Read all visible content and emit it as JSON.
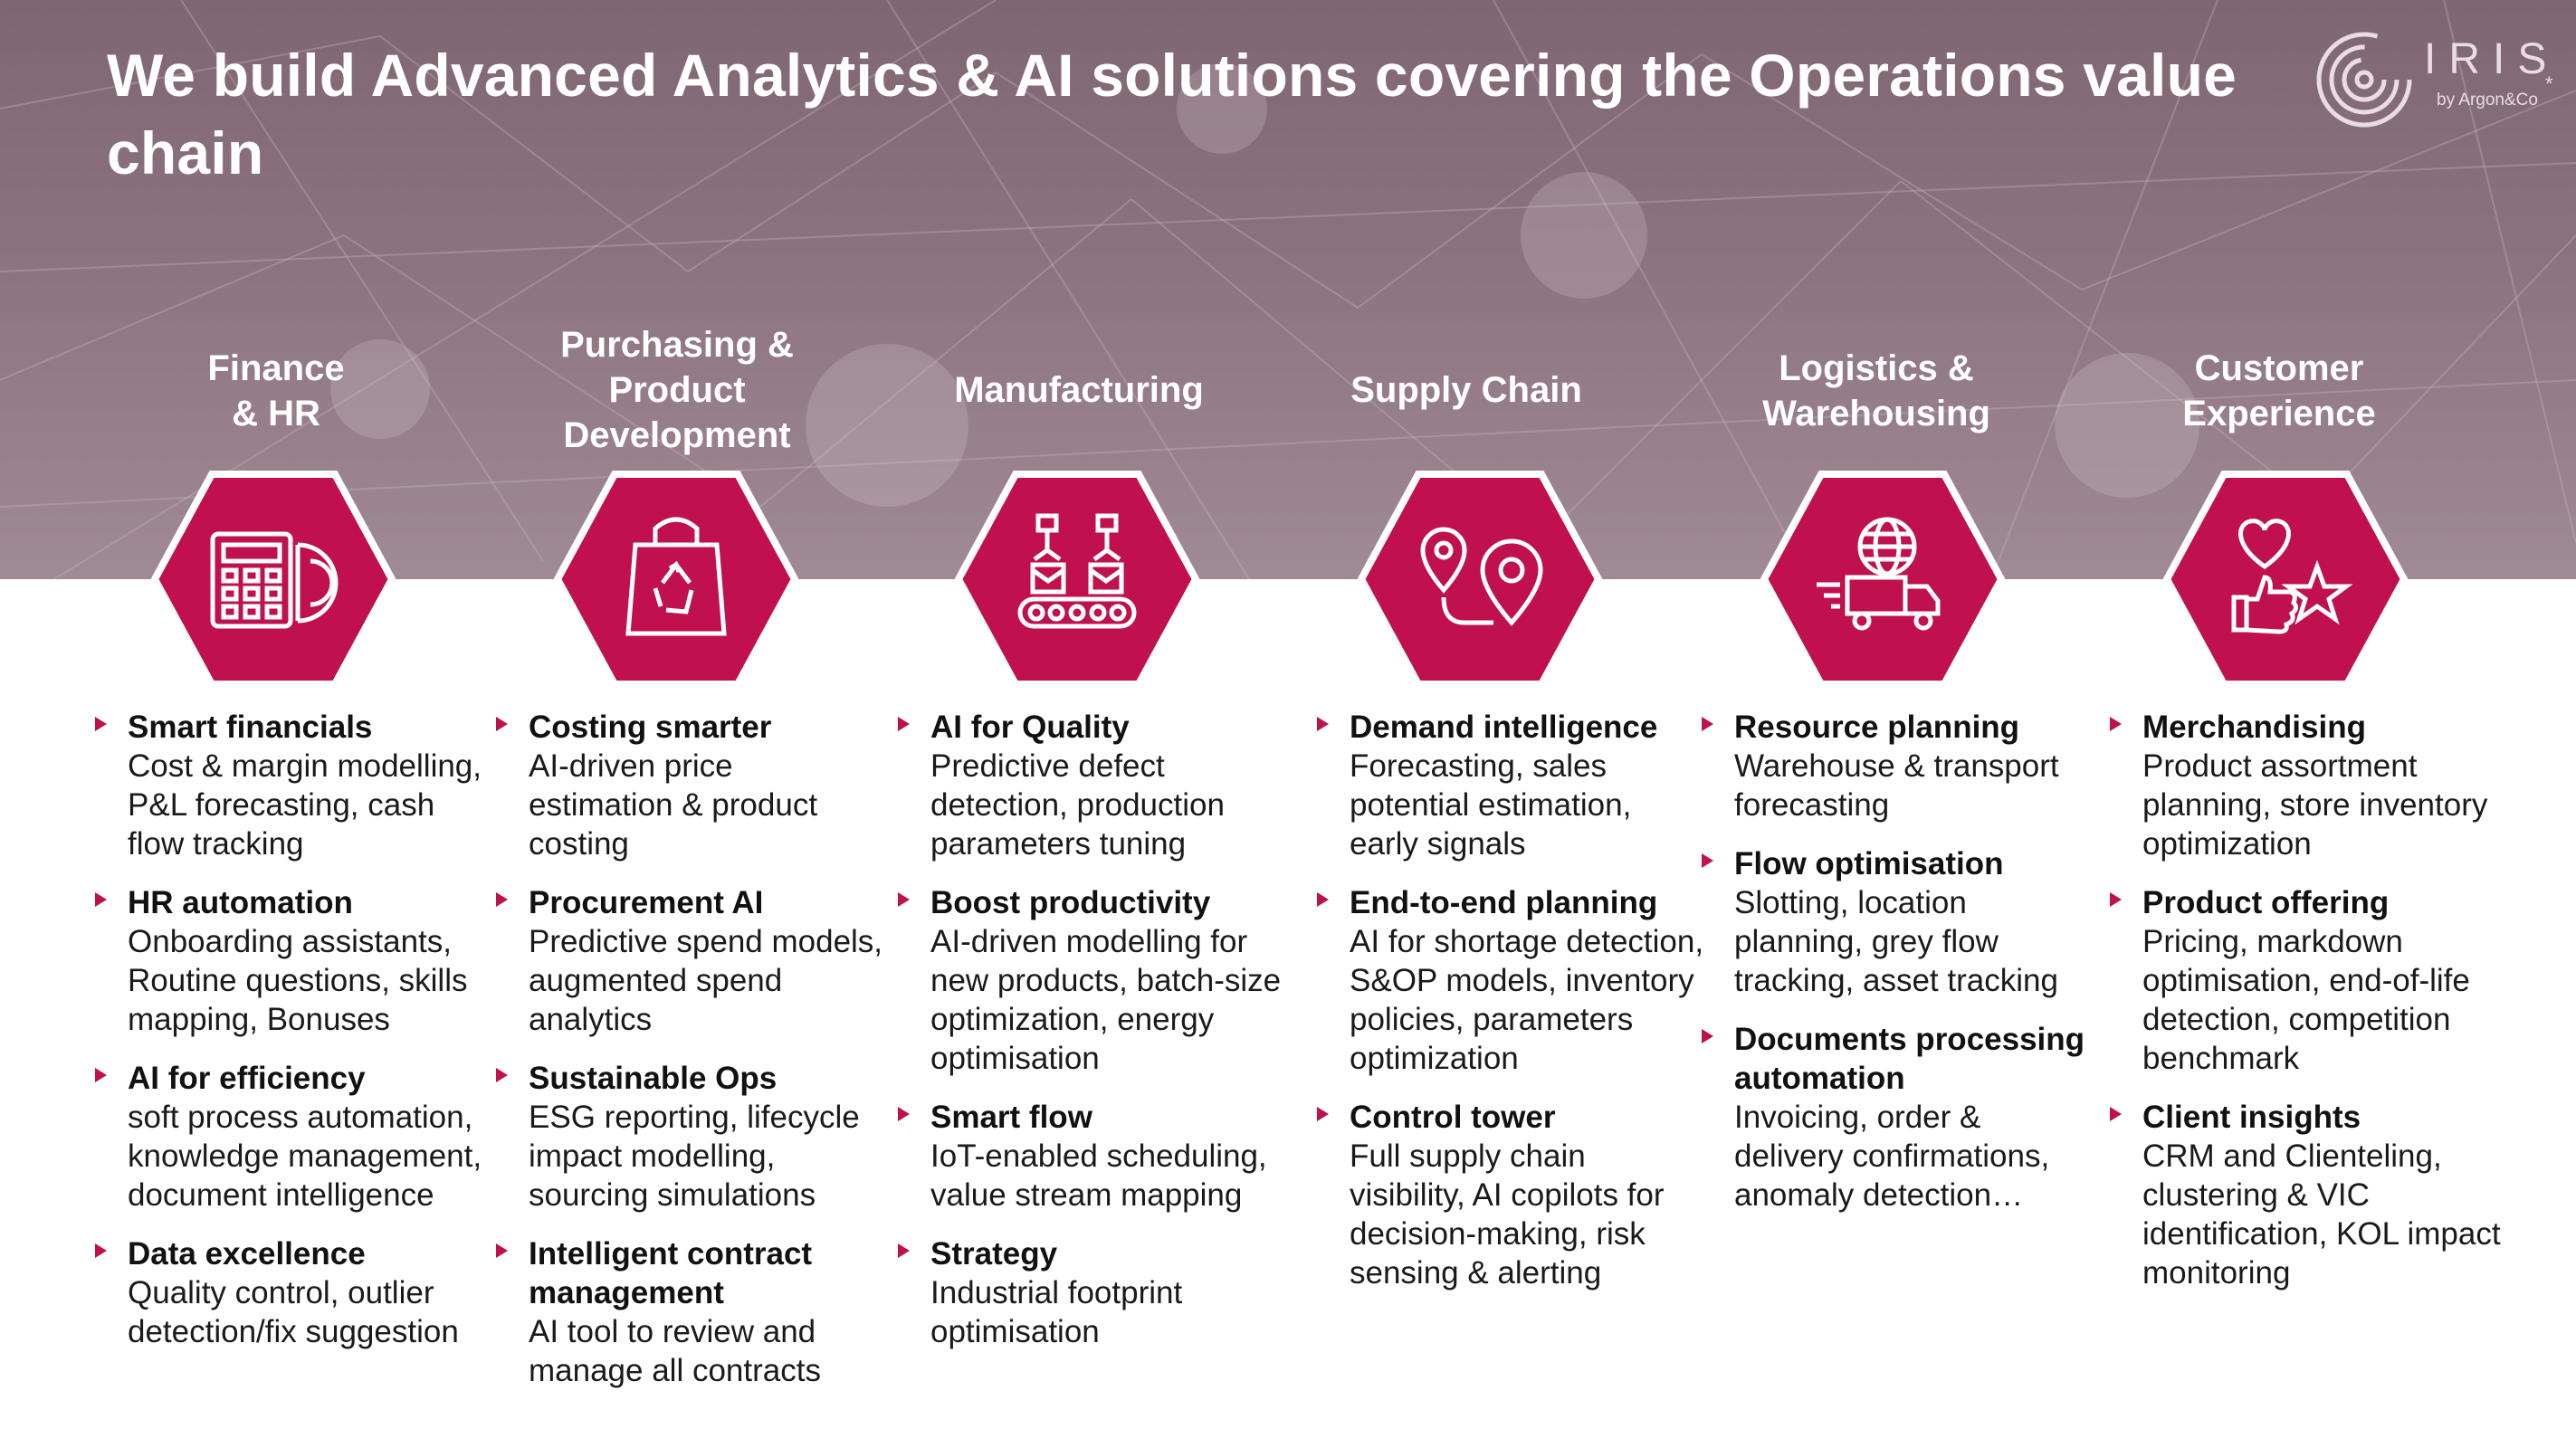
{
  "slide": {
    "title": "We build Advanced Analytics & AI solutions covering the Operations value chain",
    "logo": {
      "word": "IRIS",
      "byline": "by Argon&Co",
      "mark": "*"
    },
    "colors": {
      "accent": "#c0104d",
      "banner": "#8c737f",
      "text": "#1a1a1a"
    }
  },
  "columns": [
    {
      "heading": "Finance\n& HR",
      "icon": "calculator-chart-icon",
      "items": [
        {
          "title": "Smart financials",
          "desc": "Cost & margin modelling, P&L forecasting, cash flow tracking"
        },
        {
          "title": "HR automation",
          "desc": "Onboarding assistants, Routine questions, skills mapping, Bonuses"
        },
        {
          "title": "AI for efficiency",
          "desc": "soft process automation, knowledge management, document intelligence"
        },
        {
          "title": "Data excellence",
          "desc": "Quality control, outlier detection/fix suggestion"
        }
      ]
    },
    {
      "heading": "Purchasing &\nProduct\nDevelopment",
      "icon": "recycle-bag-icon",
      "items": [
        {
          "title": "Costing smarter",
          "desc": "AI-driven price estimation & product costing"
        },
        {
          "title": "Procurement AI",
          "desc": "Predictive spend models, augmented spend analytics"
        },
        {
          "title": "Sustainable Ops",
          "desc": "ESG reporting, lifecycle impact modelling, sourcing simulations"
        },
        {
          "title": "Intelligent contract management",
          "desc": "AI tool to review and manage all contracts"
        }
      ]
    },
    {
      "heading": "Manufacturing",
      "icon": "robot-conveyor-icon",
      "items": [
        {
          "title": "AI for Quality",
          "desc": "Predictive defect detection, production parameters tuning"
        },
        {
          "title": "Boost productivity",
          "desc": "AI-driven modelling for new products, batch-size optimization, energy optimisation"
        },
        {
          "title": "Smart flow",
          "desc": "IoT-enabled scheduling, value stream mapping"
        },
        {
          "title": "Strategy",
          "desc": "Industrial footprint optimisation"
        }
      ]
    },
    {
      "heading": "Supply Chain",
      "icon": "route-pins-icon",
      "items": [
        {
          "title": "Demand intelligence",
          "desc": "Forecasting, sales potential estimation, early signals"
        },
        {
          "title": "End-to-end planning",
          "desc": "AI for shortage detection, S&OP models, inventory policies, parameters optimization"
        },
        {
          "title": "Control tower",
          "desc": "Full supply chain visibility, AI copilots for decision-making, risk sensing & alerting"
        }
      ]
    },
    {
      "heading": "Logistics &\nWarehousing",
      "icon": "globe-truck-icon",
      "items": [
        {
          "title": "Resource planning",
          "desc": "Warehouse & transport forecasting"
        },
        {
          "title": "Flow optimisation",
          "desc": "Slotting, location planning, grey flow tracking, asset tracking"
        },
        {
          "title": "Documents processing automation",
          "desc": "Invoicing, order & delivery confirmations, anomaly detection…"
        }
      ]
    },
    {
      "heading": "Customer\nExperience",
      "icon": "heart-thumb-star-icon",
      "items": [
        {
          "title": "Merchandising",
          "desc": "Product assortment planning, store inventory optimization"
        },
        {
          "title": "Product offering",
          "desc": "Pricing, markdown optimisation, end-of-life detection, competition benchmark"
        },
        {
          "title": "Client insights",
          "desc": "CRM and Clienteling, clustering & VIC identification, KOL impact monitoring"
        }
      ]
    }
  ]
}
